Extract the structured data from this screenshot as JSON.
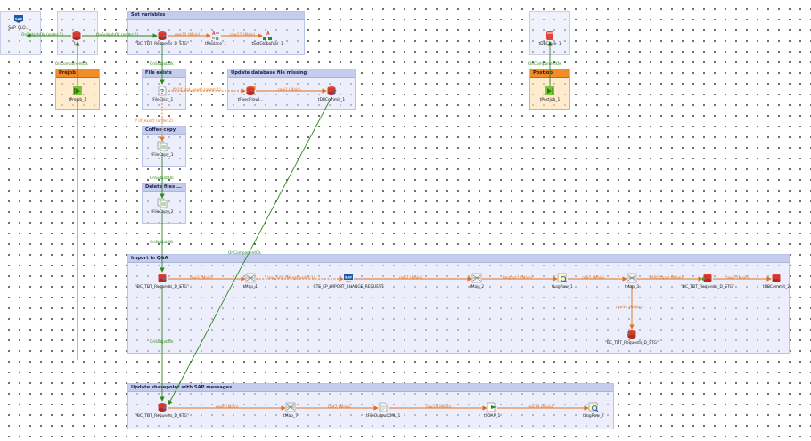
{
  "subjob_titles": {
    "set_variables": "Set variables",
    "prejob": "Prejob",
    "postjob": "Postjob",
    "file_exists": "File exists",
    "update_db_missing": "Update database file missing",
    "copy": "Coffee copy",
    "delete": "Delete files ...",
    "import": "Import in Q&A",
    "update_status": "Update sharepoint with SAP messages"
  },
  "components": {
    "sap_close": {
      "label": "SAP_CLO...",
      "icon": "sap-icon"
    },
    "conn_top": {
      "label": "t...",
      "icon": "db-connection-icon"
    },
    "db_input_set": {
      "label": "\"BC_TDT_Requests_D_STG\"",
      "icon": "db-input-icon"
    },
    "replace": {
      "label": "tReplace_1",
      "icon": "replace-icon"
    },
    "set_global": {
      "label": "tSetGlobalVar_1",
      "icon": "set-global-icon"
    },
    "prejob": {
      "label": "tPrejob_1",
      "icon": "prejob-icon"
    },
    "postjob": {
      "label": "tPostjob_1",
      "icon": "postjob-icon"
    },
    "db_close": {
      "label": "tDBClose_1",
      "icon": "db-close-icon"
    },
    "file_exist": {
      "label": "tFileExist_1",
      "icon": "file-exist-icon"
    },
    "fixed_row": {
      "label": "tFixedFlowI...",
      "icon": "fixed-flow-icon"
    },
    "db_commit_1": {
      "label": "tDBCommit_1",
      "icon": "db-commit-icon"
    },
    "file_copy": {
      "label": "tFileCopy_1",
      "icon": "file-copy-icon"
    },
    "file_delete": {
      "label": "tFileCopy_2",
      "icon": "file-delete-icon"
    },
    "db_input_imp": {
      "label": "\"BC_TDT_Requests_D_STG\"",
      "icon": "db-input-icon"
    },
    "map_1": {
      "label": "tMap_1",
      "icon": "map-icon"
    },
    "sap_bapi": {
      "label": "CTS_EP_IMPORT_CHANGE_REQUEST",
      "icon": "sap-bapi-icon"
    },
    "map_2": {
      "label": "tMap_2",
      "icon": "map-icon"
    },
    "log_row": {
      "label": "tLogRow_1",
      "icon": "log-row-icon"
    },
    "map_3": {
      "label": "tMap_3",
      "icon": "map-icon"
    },
    "db_output_imp": {
      "label": "\"BC_TDT_Requests_D_STG\"",
      "icon": "db-output-icon"
    },
    "db_commit_2": {
      "label": "tDBCommit_2",
      "icon": "db-commit-icon"
    },
    "db_output_reject": {
      "label": "\"BC_TDT_Requests_D_STG\"",
      "icon": "db-output-icon"
    },
    "db_input_upd": {
      "label": "\"BC_TDT_Requests_D_STG\"",
      "icon": "db-input-icon"
    },
    "map_4": {
      "label": "tMap_7",
      "icon": "map-icon"
    },
    "file_output": {
      "label": "tFileOutputXML_1",
      "icon": "file-output-icon"
    },
    "soap": {
      "label": "tSOAP_1",
      "icon": "soap-icon"
    },
    "log_row_2": {
      "label": "tLogRow_7",
      "icon": "log-row-icon"
    }
  },
  "links": {
    "on_subjob_ok_1": "OnSubjobOk (order:1)",
    "on_subjob_ok_2": "OnSubjobOk (order:2)",
    "row10": "row10 (Main)",
    "row17": "row17 (Main)",
    "on_component_ok_pre": "OnComponentOk",
    "on_component_ok_post": "OnComponentOk",
    "on_subjob_ok_file": "OnSubjobOk",
    "if_not_exist": "If (!if_not_exist) (order:1)",
    "row1": "row1 (Main)",
    "if_exist": "If (if_exist) (order:2)",
    "on_subjob_ok_copy": "OnSubjobOk",
    "on_subjob_ok_delete": "OnSubjobOk",
    "on_component_ok_commit": "OnComponentOk",
    "row3": "row3 (Main)",
    "row_sap": "row_SAP (Merge order:1)",
    "row7": "row7 (Main)",
    "reqout": "ReqOut1 (Main)",
    "row5": "row5 (Main)",
    "sapoutput": "SAPOutput (Main)",
    "row2": "row2 (Main)",
    "row14": "row14 (Reject)",
    "on_subjob_ok_imp": "OnSubjobOk",
    "row6": "row6 (Main)",
    "out2": "Out2 (Main)",
    "row18": "row18 (Main)",
    "row19": "row19 (Main)"
  },
  "colors": {
    "main_link": "#e07020",
    "trigger_link": "#2d8a1a",
    "subjob_bg": "#e0e4f8",
    "subjob_header": "#c5cdec",
    "prejob_header": "#f28c28"
  }
}
